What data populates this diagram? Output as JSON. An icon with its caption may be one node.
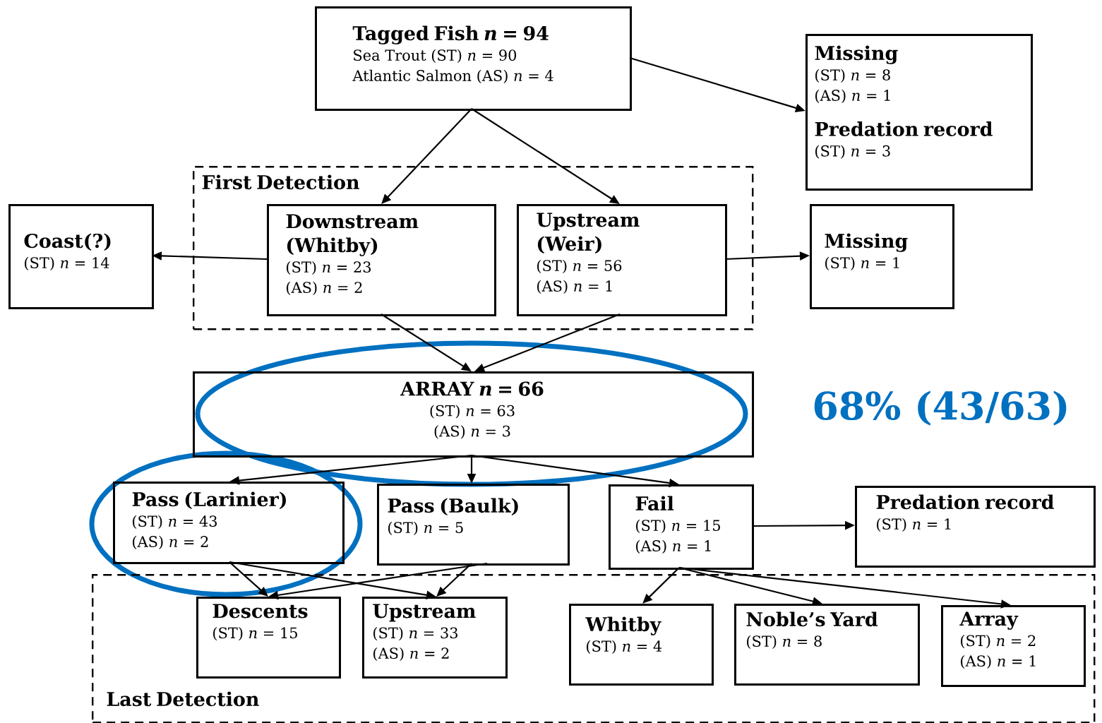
{
  "diagram": {
    "nodes": [
      {
        "text": [
          "Tagged Fish *n* = 94",
          "Sea Trout (ST) *n* = 90",
          "Atlantic Salmon (AS) *n* = 4"
        ]
      },
      {
        "text": [
          "Missing",
          "(ST) *n* = 8",
          "(AS) *n* = 1",
          "Predation record",
          "(ST) *n* = 3"
        ]
      },
      {
        "text": [
          "First Detection"
        ]
      },
      {
        "text": [
          "Coast(?)",
          "(ST) *n* = 14"
        ]
      },
      {
        "text": [
          "Downstream (Whitby)",
          "(ST) *n* = 23",
          "(AS) *n* = 2"
        ],
        "in": 2
      },
      {
        "text": [
          "Upstream (Weir)",
          "(ST) *n* = 56",
          "(AS) *n* = 1"
        ],
        "in": 2
      },
      {
        "text": [
          "Missing",
          "(ST) *n* = 1"
        ]
      },
      {
        "text": [
          "ARRAY *n* = 66",
          "(ST) *n* = 63",
          "(AS) *n* = 3"
        ]
      },
      {
        "text": [
          "Pass (Larinier)",
          "(ST) *n* = 43",
          "(AS) *n* = 2"
        ]
      },
      {
        "text": [
          "Pass (Baulk)",
          "(ST) *n* = 5"
        ]
      },
      {
        "text": [
          "Fail",
          "(ST) *n* = 15",
          "(AS) *n* = 1"
        ]
      },
      {
        "text": [
          "Predation record",
          "(ST) *n* = 1"
        ]
      },
      {
        "text": [
          "Last Detection"
        ]
      },
      {
        "text": [
          "Descents",
          "(ST) *n* = 15"
        ],
        "in": 12
      },
      {
        "text": [
          "Upstream",
          "(ST) *n* = 33",
          "(AS) *n* = 2"
        ],
        "in": 12
      },
      {
        "text": [
          "Whitby",
          "(ST) *n* = 4"
        ],
        "in": 12
      },
      {
        "text": [
          "Noble’s Yard",
          "(ST) *n* = 8"
        ],
        "in": 12
      },
      {
        "text": [
          "Array",
          "(ST) *n* = 2",
          "(AS) *n* = 1"
        ],
        "in": 12
      }
    ],
    "edges": [
      {
        "from": 0,
        "to": 1,
        "arrow": "to"
      },
      {
        "from": 0,
        "to": 4,
        "arrow": "to"
      },
      {
        "from": 0,
        "to": 5,
        "arrow": "to"
      },
      {
        "from": 4,
        "to": 3,
        "arrow": "to"
      },
      {
        "from": 5,
        "to": 6,
        "arrow": "to"
      },
      {
        "from": 4,
        "to": 7,
        "arrow": "to"
      },
      {
        "from": 5,
        "to": 7,
        "arrow": "to"
      },
      {
        "from": 7,
        "to": 8,
        "arrow": "to"
      },
      {
        "from": 7,
        "to": 9,
        "arrow": "to"
      },
      {
        "from": 7,
        "to": 10,
        "arrow": "to"
      },
      {
        "from": 10,
        "to": 11,
        "arrow": "to"
      },
      {
        "from": 8,
        "to": 13,
        "arrow": "to"
      },
      {
        "from": 8,
        "to": 14,
        "arrow": "to"
      },
      {
        "from": 9,
        "to": 13,
        "arrow": "to"
      },
      {
        "from": 9,
        "to": 14,
        "arrow": "to"
      },
      {
        "from": 10,
        "to": 15,
        "arrow": "to"
      },
      {
        "from": 10,
        "to": 16,
        "arrow": "to"
      },
      {
        "from": 10,
        "to": 17,
        "arrow": "to"
      }
    ],
    "labels": [
      "68% (43/63)"
    ]
  }
}
